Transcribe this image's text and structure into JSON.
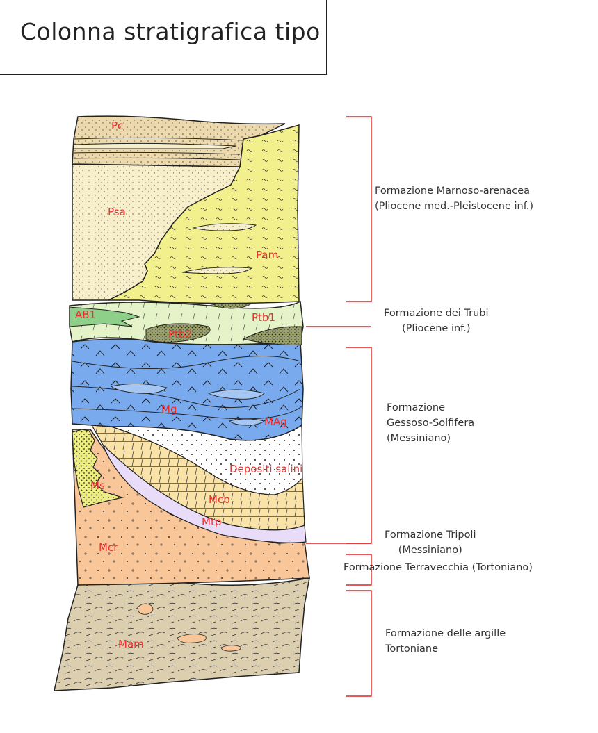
{
  "title": "Colonna stratigrafica tipo",
  "unit_labels": {
    "pc": "Pc",
    "psa": "Psa",
    "pam": "Pam",
    "ab1": "AB1",
    "ptb1": "Ptb1",
    "ptb2": "Ptb2",
    "mg": "Mg",
    "mag": "MAg",
    "depositi": "Depositi salini",
    "ms": "Ms",
    "mcb": "Mcb",
    "mtp": "Mtp",
    "mcr": "Mcr",
    "mam": "Mam"
  },
  "formations": {
    "marnoso": [
      "Formazione Marnoso-arenacea",
      "(Pliocene med.-Pleistocene inf.)"
    ],
    "trubi": [
      "Formazione dei Trubi",
      "(Pliocene inf.)"
    ],
    "gessoso": [
      "Formazione",
      "Gessoso-Solfifera",
      "(Messiniano)"
    ],
    "tripoli": [
      "Formazione Tripoli",
      "(Messiniano)"
    ],
    "terravecchia": [
      "Formazione Terravecchia (Tortoniano)"
    ],
    "argille": [
      "Formazione delle argille",
      "Tortoniane"
    ]
  },
  "colors": {
    "sand": "#f7eecb",
    "pc": "#ecd9ae",
    "pam": "#f2f08c",
    "trubi": "#e4f3c8",
    "gypsum": "#79aaee",
    "salt": "#ffffff",
    "ms": "#edee7f",
    "mcb": "#f9e3a8",
    "mtp": "#e8dcf8",
    "mcr": "#f8c698",
    "mam": "#dccfb0",
    "label": "#e8302e",
    "bracket": "#e02020"
  }
}
